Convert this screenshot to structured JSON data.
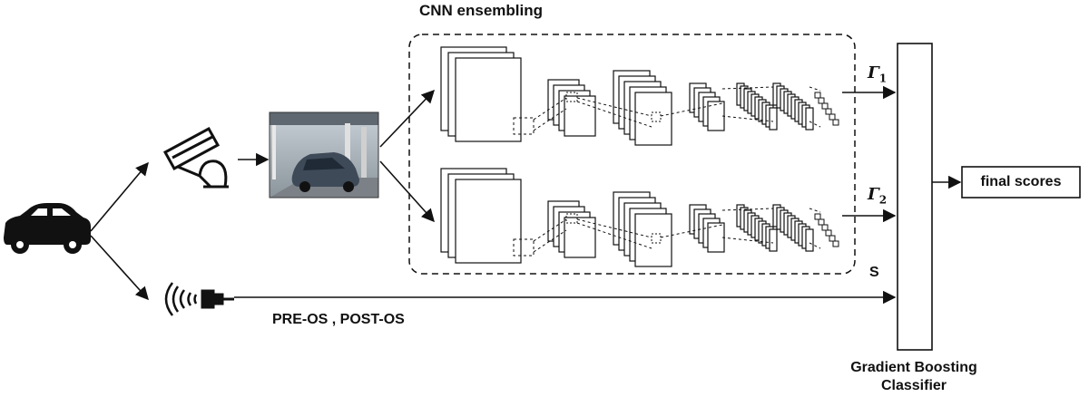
{
  "title": "CNN ensembling",
  "cnn_outputs": [
    {
      "symbol": "Γ",
      "subscript": "1"
    },
    {
      "symbol": "Γ",
      "subscript": "2"
    }
  ],
  "sensor_output": "S",
  "sensor_label": "PRE-OS , POST-OS",
  "classifier_label": [
    "Gradient Boosting",
    "Classifier"
  ],
  "output_label": "final scores",
  "icons": [
    "car-icon",
    "security-camera-icon",
    "vehicle-photo",
    "radar-sensor-icon"
  ],
  "colors": {
    "stroke": "#111111",
    "background": "#ffffff"
  }
}
